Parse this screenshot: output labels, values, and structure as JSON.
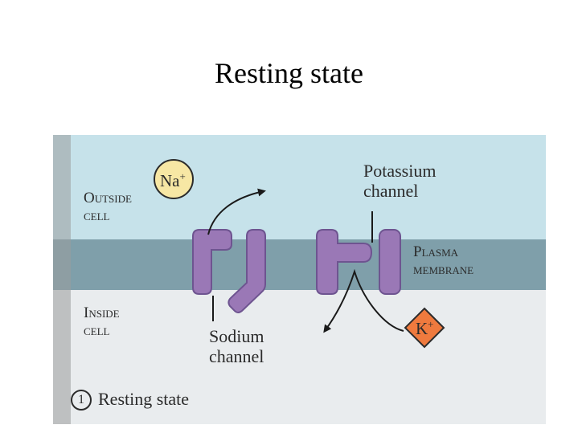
{
  "slide": {
    "title": "Resting state"
  },
  "figure": {
    "regions": {
      "outside": [
        "Outside",
        "cell"
      ],
      "inside": [
        "Inside",
        "cell"
      ],
      "membrane": [
        "Plasma",
        "membrane"
      ]
    },
    "channels": {
      "potassium": [
        "Potassium",
        "channel"
      ],
      "sodium": [
        "Sodium",
        "channel"
      ]
    },
    "ions": {
      "sodium": {
        "symbol": "Na",
        "charge": "+"
      },
      "potassium": {
        "symbol": "K",
        "charge": "+"
      }
    },
    "caption": {
      "step_number": "1",
      "text": "Resting state"
    }
  },
  "colors": {
    "outside": "#c6e2ea",
    "membrane": "#7f9faa",
    "inside": "#e9ecee",
    "channel": "#9a78b6",
    "na_ion": "#f7e7a4",
    "k_ion": "#ef7a3e"
  }
}
